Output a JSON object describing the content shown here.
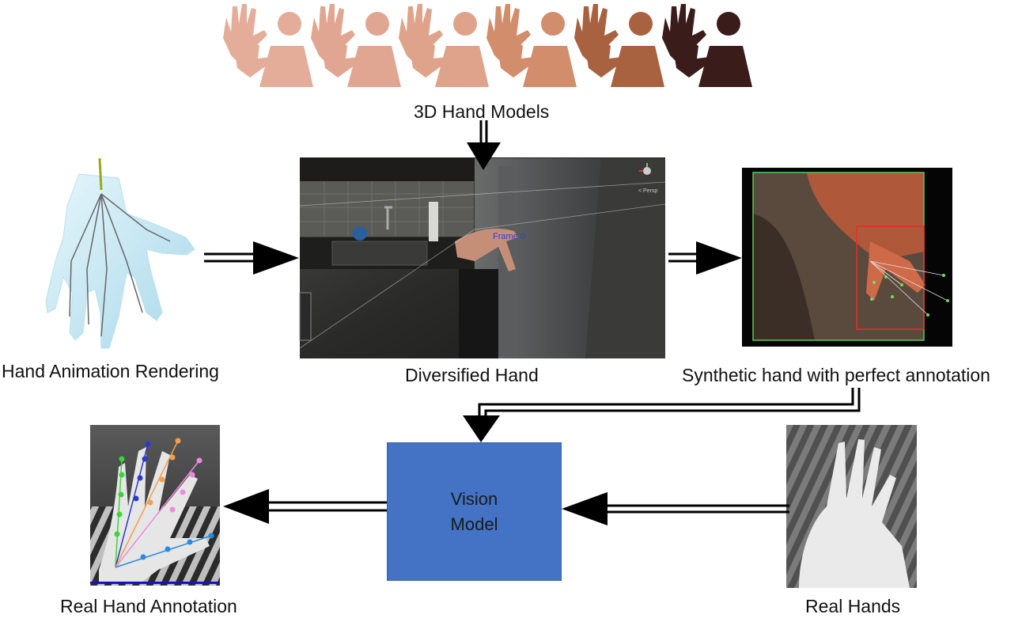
{
  "labels": {
    "models": "3D Hand Models",
    "animation": "Hand Animation Rendering",
    "diversified": "Diversified Hand",
    "synthetic": "Synthetic hand with perfect annotation",
    "real_annotation": "Real Hand Annotation",
    "real_hands": "Real Hands"
  },
  "model_box": {
    "line1": "Vision",
    "line2": "Model"
  },
  "screen_text": {
    "frame": "Frame 0",
    "persp": "< Persp"
  },
  "skin_tones": [
    "#e4ad9a",
    "#e1a691",
    "#dea38a",
    "#d18d6c",
    "#a8623f",
    "#3a1d1a"
  ],
  "colors": {
    "vision_model": "#4472c4",
    "arrow": "#000000"
  }
}
